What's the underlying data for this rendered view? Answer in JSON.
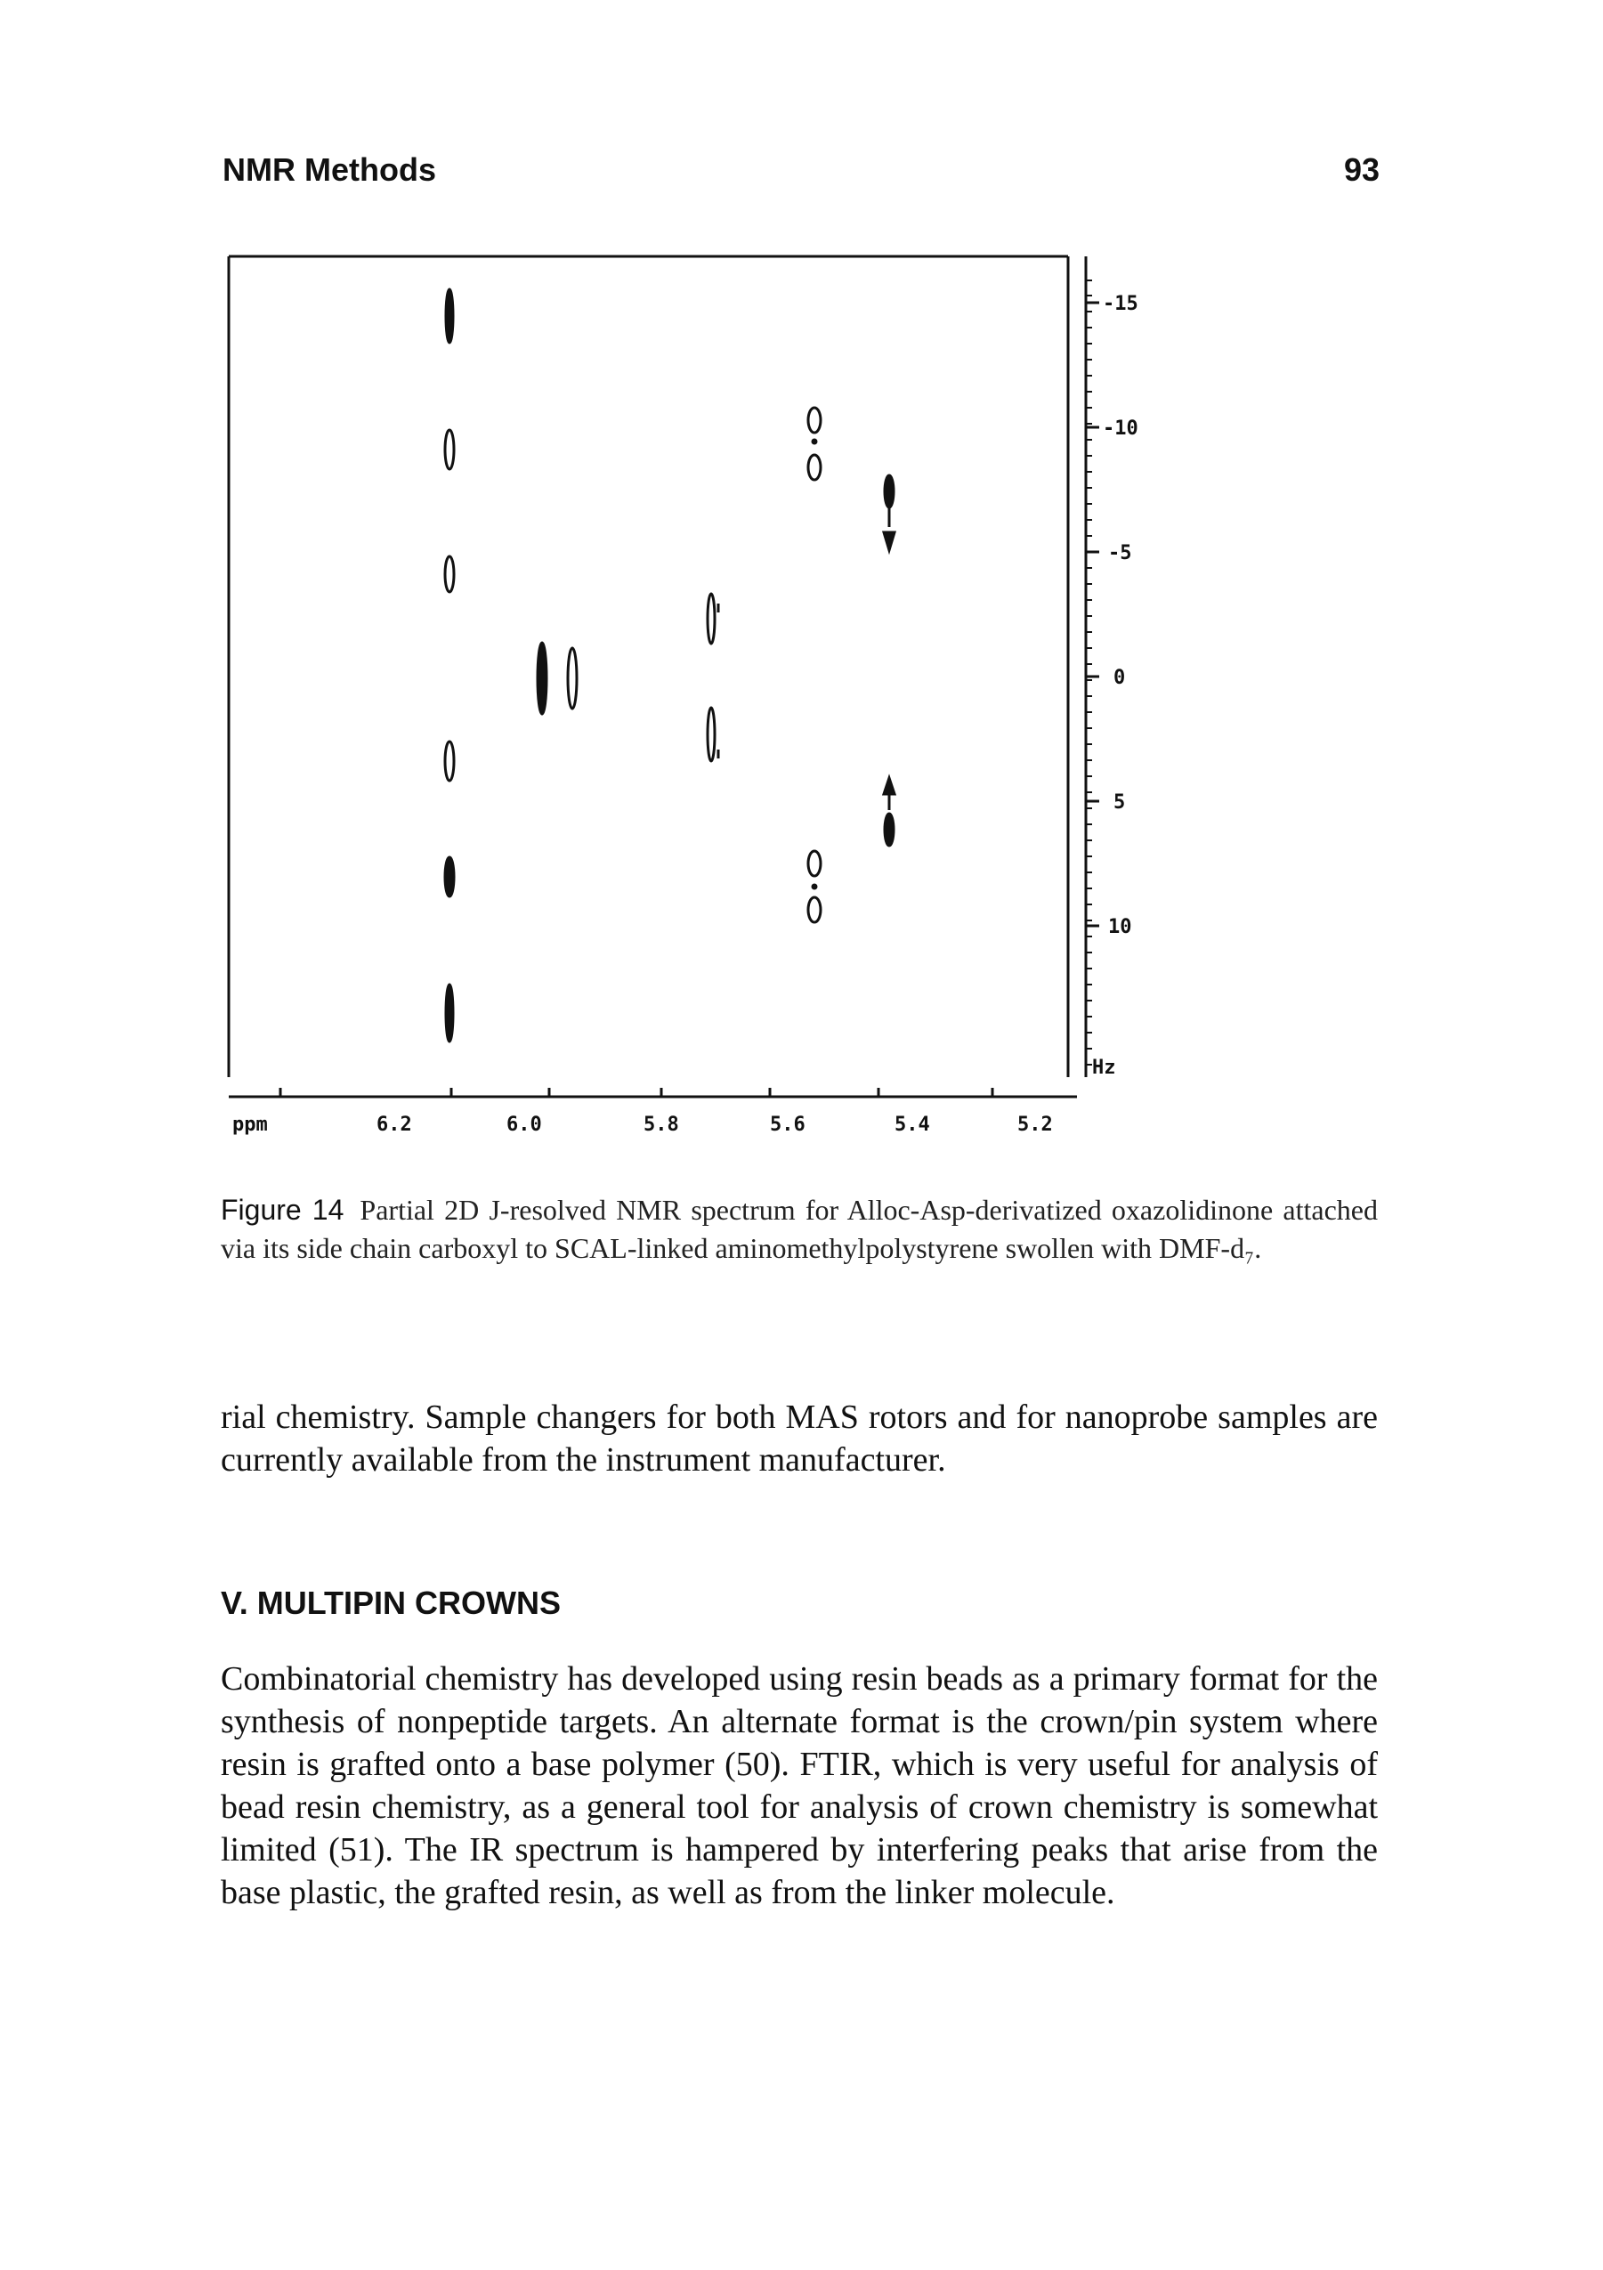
{
  "header": {
    "running_title": "NMR Methods",
    "page_number": "93"
  },
  "figure": {
    "x_axis": {
      "unit_label": "ppm",
      "ticks": [
        "6.2",
        "6.0",
        "5.8",
        "5.6",
        "5.4",
        "5.2"
      ]
    },
    "y_axis": {
      "unit_label": "Hz",
      "ticks": [
        "-15",
        "-10",
        "-5",
        "0",
        "5",
        "10"
      ]
    },
    "caption_label": "Figure 14",
    "caption_text": "Partial 2D J-resolved NMR spectrum for Alloc-Asp-derivatized oxazolidinone attached via its side chain carboxyl to SCAL-linked aminomethylpolystyrene swollen with DMF-d₇."
  },
  "body": {
    "paragraph_1": "rial chemistry. Sample changers for both MAS rotors and for nanoprobe samples are currently available from the instrument manufacturer.",
    "section_heading": "V.   MULTIPIN CROWNS",
    "paragraph_2": "Combinatorial chemistry has developed using resin beads as a primary format for the synthesis of nonpeptide targets. An alternate format is the crown/pin system where resin is grafted onto a base polymer (50). FTIR, which is very useful for analysis of bead resin chemistry, as a general tool for analysis of crown chemistry is somewhat limited (51). The IR spectrum is hampered by interfering peaks that arise from the base plastic, the grafted resin, as well as from the linker molecule."
  }
}
